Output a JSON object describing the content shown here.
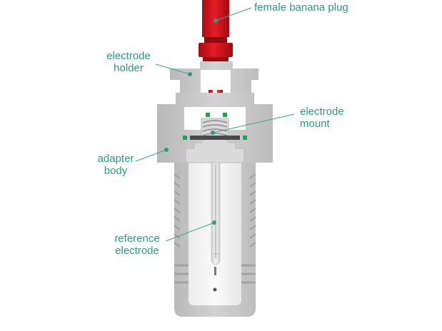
{
  "labels": {
    "banana_plug": "female banana plug",
    "holder": [
      "electrode",
      "holder"
    ],
    "mount": [
      "electrode",
      "mount"
    ],
    "adapter": [
      "adapter",
      "body"
    ],
    "reference": [
      "reference",
      "electrode"
    ]
  },
  "colors": {
    "label_green": "#2e9a80",
    "leader_line": "#3aa58a",
    "body_gray": "#c8c8c8",
    "body_shade": "#a9a9a9",
    "plug_red": "#d6141e",
    "brass": "#c89b3c",
    "gasket_green": "#1ea54a"
  }
}
